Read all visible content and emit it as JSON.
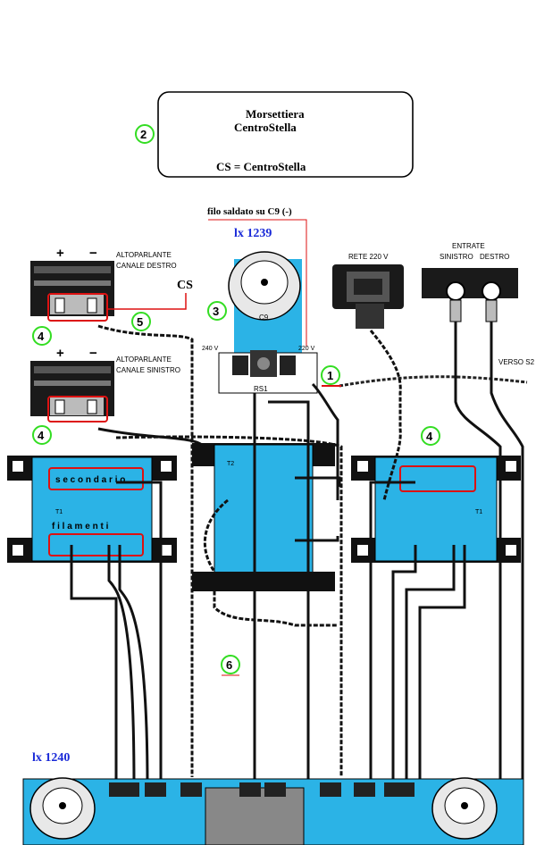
{
  "terminal_box": {
    "line1": "Morsettiera",
    "line2": "CentroStella",
    "legend": "CS = CentroStella"
  },
  "top_note": "filo saldato su C9 (-)",
  "board_lx1239": "lx 1239",
  "board_lx1240": "lx 1240",
  "cs_tag": "CS",
  "speaker_right": {
    "plus": "+",
    "minus": "−",
    "line1": "ALTOPARLANTE",
    "line2": "CANALE DESTRO"
  },
  "speaker_left": {
    "plus": "+",
    "minus": "−",
    "line1": "ALTOPARLANTE",
    "line2": "CANALE SINISTRO"
  },
  "mains_label": "RETE 220 V",
  "inputs": {
    "title": "ENTRATE",
    "left": "SINISTRO",
    "right": "DESTRO"
  },
  "to_s2": "VERSO S2",
  "rs1_label": "RS1",
  "v240": "240 V",
  "v220": "220 V",
  "c9": "C9",
  "t2": "T2",
  "t1_left": "T1",
  "t1_right": "T1",
  "secondario": "s e c o n d a r i o",
  "filamenti": "f i l a m e n t i",
  "callouts": {
    "c1": "1",
    "c2": "2",
    "c3": "3",
    "c4a": "4",
    "c4b": "4",
    "c4c": "4",
    "c5": "5",
    "c6": "6"
  },
  "colors": {
    "transformer": "#2bb3e6",
    "board": "#2bb3e6",
    "callout_ring": "#33dd22",
    "highlight": "#dd1111",
    "title_blue": "#1a2ad8",
    "wire": "#111111"
  }
}
